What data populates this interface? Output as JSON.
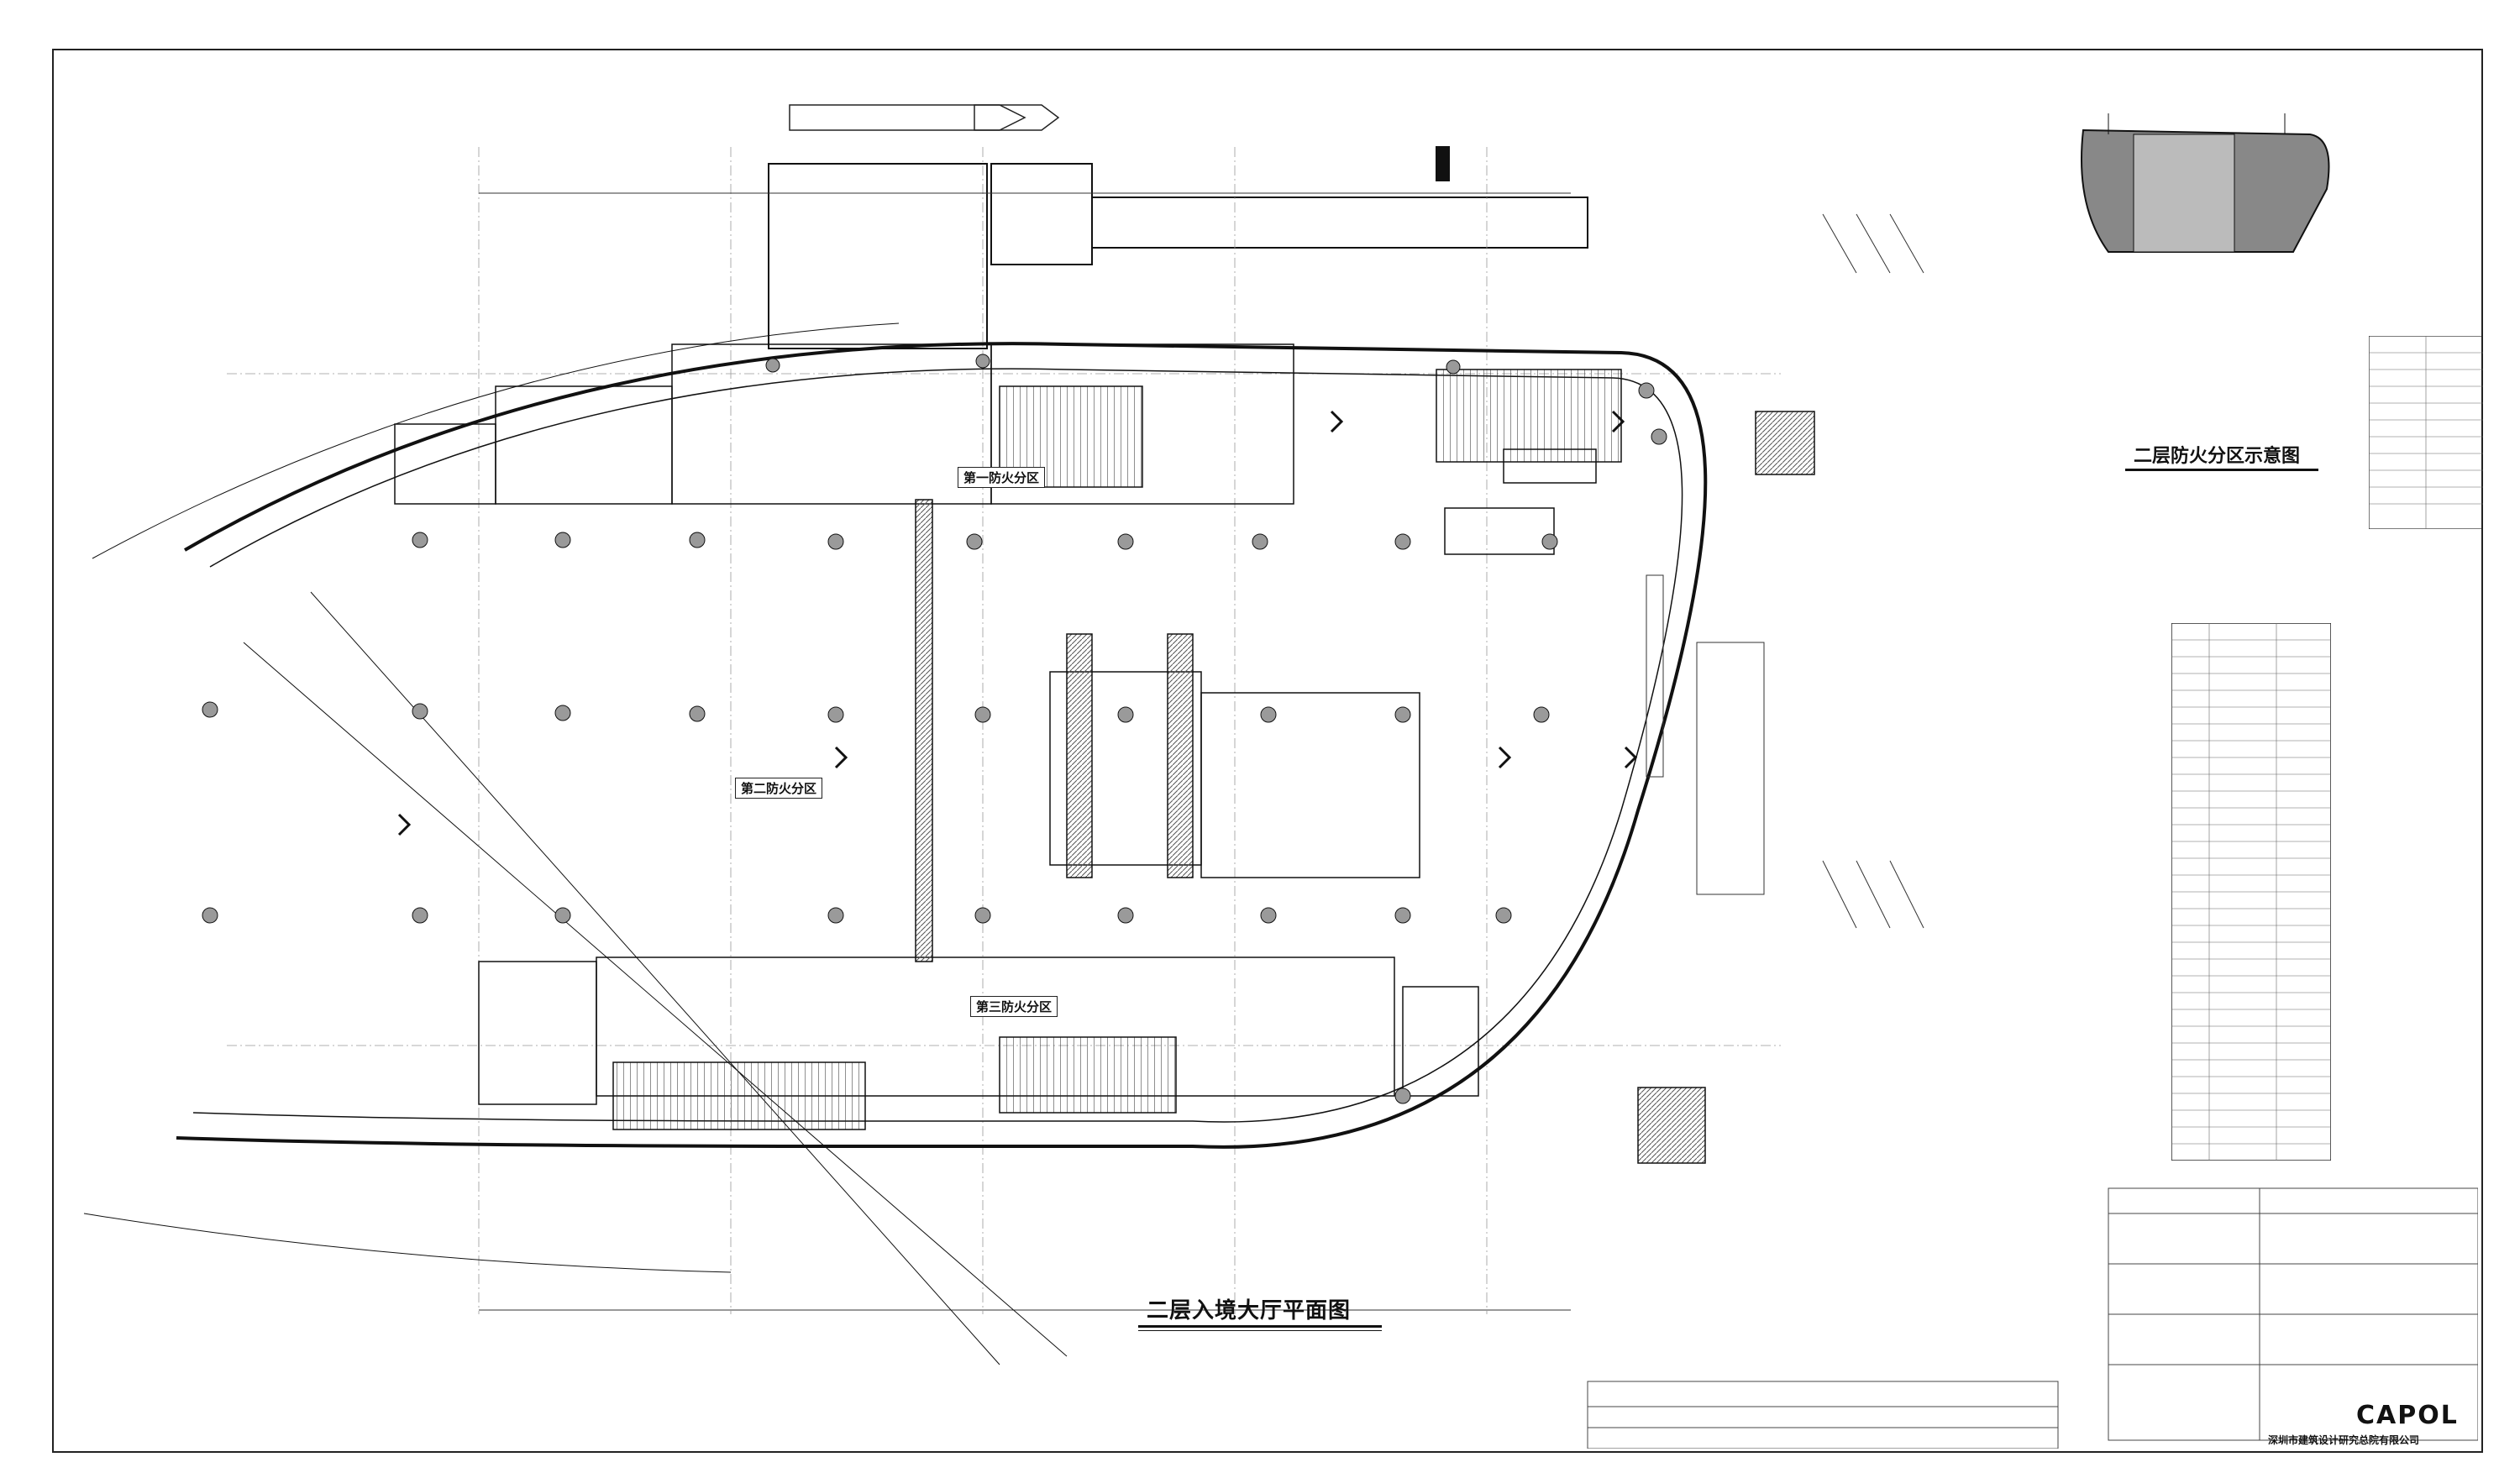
{
  "drawing": {
    "main_title": "二层入境大厅平面图",
    "fire_zone_title": "二层防火分区示意图"
  },
  "zones": {
    "zone1": "第一防火分区",
    "zone2": "第二防火分区",
    "zone3": "第三防火分区"
  },
  "title_block": {
    "company_logo": "CAPOL",
    "company_name_cn": "深圳市建筑设计研究总院有限公司"
  },
  "colors": {
    "ink": "#111111",
    "column": "#9a9a9a",
    "hatch": "#555555",
    "paper": "#ffffff"
  }
}
